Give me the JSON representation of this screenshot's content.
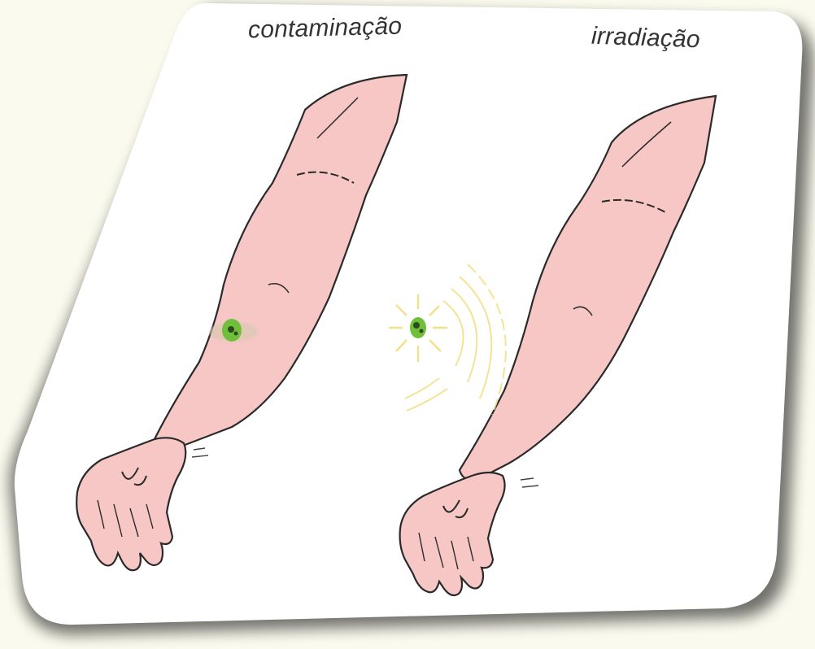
{
  "labels": {
    "left": "contaminação",
    "right": "irradiação"
  },
  "colors": {
    "background": "#fbfaee",
    "card": "#ffffff",
    "skin": "#f6c7c4",
    "outline": "#2a2a2a",
    "contaminant": "#6fbf3a",
    "radiation": "#f2e08a"
  },
  "icons": {
    "left-figure": "arm-with-skin-contamination",
    "right-figure": "arm-with-external-radiation-source"
  }
}
